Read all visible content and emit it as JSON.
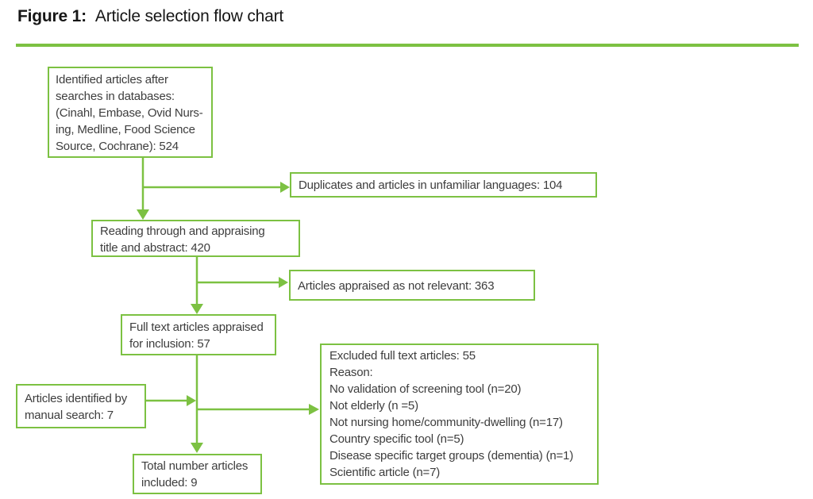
{
  "figure": {
    "label": "Figure 1:",
    "title": "Article selection flow chart"
  },
  "colors": {
    "green": "#7cc142",
    "text": "#3d3d3d",
    "title": "#161616"
  },
  "boxes": {
    "identified": {
      "lines": [
        "Identified articles after",
        "searches in databases:",
        "(Cinahl, Embase, Ovid Nurs-",
        "ing, Medline, Food Science",
        "Source, Cochrane): 524"
      ]
    },
    "duplicates": {
      "lines": [
        "Duplicates and articles in unfamiliar languages: 104"
      ]
    },
    "screening": {
      "lines": [
        "Reading through and appraising",
        "title and abstract: 420"
      ]
    },
    "not_relevant": {
      "lines": [
        "Articles appraised as not relevant: 363"
      ]
    },
    "fulltext": {
      "lines": [
        "Full text articles appraised",
        "for inclusion: 57"
      ]
    },
    "manual": {
      "lines": [
        "Articles identified by",
        "manual search: 7"
      ]
    },
    "excluded": {
      "lines": [
        "Excluded full text articles: 55",
        "Reason:",
        "No validation of screening tool (n=20)",
        "Not elderly (n =5)",
        "Not nursing home/community-dwelling (n=17)",
        "Country specific tool (n=5)",
        "Disease specific target groups (dementia) (n=1)",
        "Scientific article (n=7)"
      ]
    },
    "total": {
      "lines": [
        "Total number articles",
        "included: 9"
      ]
    }
  }
}
